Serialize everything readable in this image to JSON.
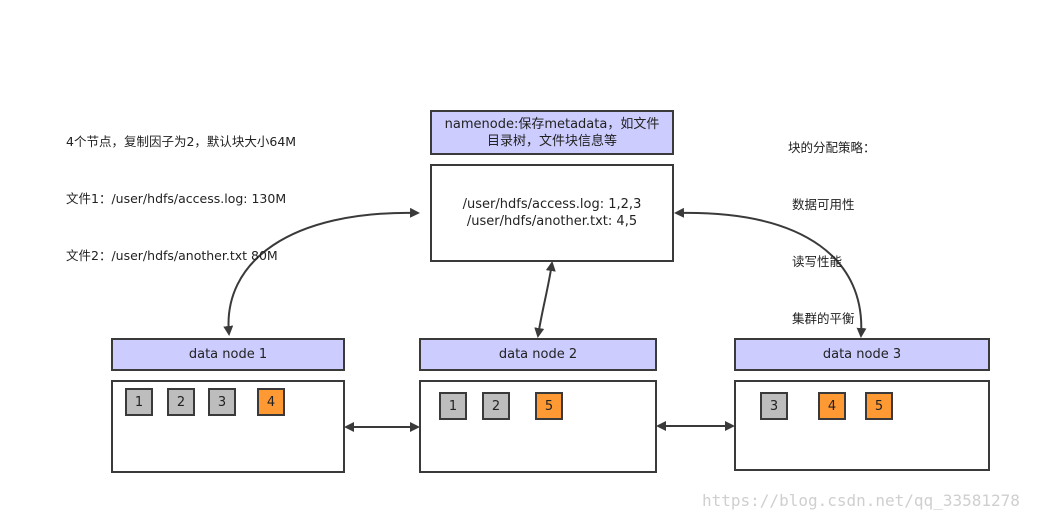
{
  "notes": {
    "cluster_info": [
      "4个节点，复制因子为2，默认块大小64M",
      "文件1：/user/hdfs/access.log: 130M",
      "文件2：/user/hdfs/another.txt 80M"
    ],
    "strategy": [
      "块的分配策略：",
      " 数据可用性",
      " 读写性能",
      " 集群的平衡"
    ]
  },
  "namenode": {
    "header": "namenode:保存metadata，如文件\n目录树，文件块信息等",
    "entries": [
      "/user/hdfs/access.log: 1,2,3",
      "/user/hdfs/another.txt: 4,5"
    ]
  },
  "datanodes": [
    {
      "label": "data node 1",
      "blocks": [
        {
          "id": "1",
          "kind": "gray"
        },
        {
          "id": "2",
          "kind": "gray"
        },
        {
          "id": "3",
          "kind": "gray"
        },
        {
          "id": "4",
          "kind": "orange"
        }
      ]
    },
    {
      "label": "data node 2",
      "blocks": [
        {
          "id": "1",
          "kind": "gray"
        },
        {
          "id": "2",
          "kind": "gray"
        },
        {
          "id": "5",
          "kind": "orange"
        }
      ]
    },
    {
      "label": "data node 3",
      "blocks": [
        {
          "id": "3",
          "kind": "gray"
        },
        {
          "id": "4",
          "kind": "orange"
        },
        {
          "id": "5",
          "kind": "orange"
        }
      ]
    }
  ],
  "colors": {
    "header_fill": "#ccccff",
    "block_gray": "#bdbdbd",
    "block_orange": "#ff9933",
    "stroke": "#3a3a3a"
  },
  "watermark": "https://blog.csdn.net/qq_33581278"
}
